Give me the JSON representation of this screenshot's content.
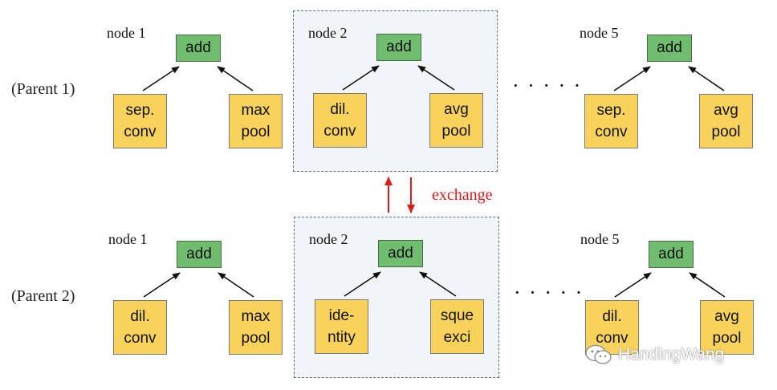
{
  "parents": [
    {
      "label": "(Parent 1)",
      "nodes": [
        {
          "label": "node 1",
          "add": "add",
          "left_op": "sep.\nconv",
          "right_op": "max\npool"
        },
        {
          "label": "node 2",
          "add": "add",
          "left_op": "dil.\nconv",
          "right_op": "avg\npool"
        },
        {
          "label": "node 5",
          "add": "add",
          "left_op": "sep.\nconv",
          "right_op": "avg\npool"
        }
      ]
    },
    {
      "label": "(Parent 2)",
      "nodes": [
        {
          "label": "node 1",
          "add": "add",
          "left_op": "dil.\nconv",
          "right_op": "max\npool"
        },
        {
          "label": "node 2",
          "add": "add",
          "left_op": "ide-\nntity",
          "right_op": "sque\nexci"
        },
        {
          "label": "node 5",
          "add": "add",
          "left_op": "dil.\nconv",
          "right_op": "avg\npool"
        }
      ]
    }
  ],
  "ellipsis": "· · · · ·",
  "exchange_label": "exchange",
  "watermark": "HandingWang",
  "colors": {
    "op_fill": "#f8d25a",
    "add_fill": "#70bd70",
    "exchange_arrow": "#e01a1a"
  }
}
